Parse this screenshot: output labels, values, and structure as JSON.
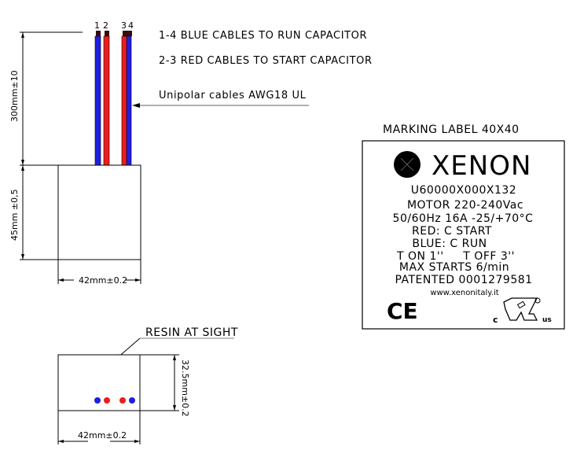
{
  "drawing": {
    "wire_numbers": [
      "1",
      "2",
      "3",
      "4"
    ],
    "wires": [
      {
        "id": "1",
        "color": "#1f1fe0"
      },
      {
        "id": "2",
        "color": "#ee1c1c"
      },
      {
        "id": "3",
        "color": "#ee1c1c"
      },
      {
        "id": "4",
        "color": "#1f1fe0"
      }
    ],
    "notes": {
      "blue": "1-4 BLUE CABLES TO RUN CAPACITOR",
      "red": "2-3 RED CABLES TO START CAPACITOR",
      "cables": "Unipolar cables AWG18 UL"
    },
    "dimensions": {
      "wire_length": "300mm±10",
      "body_height": "45mm ±0,5",
      "body_width": "42mm±0.2",
      "bottom_height": "32.5mm±0.2",
      "bottom_width": "42mm±0.2"
    },
    "bottom_view": {
      "callout": "RESIN AT SIGHT",
      "dots": [
        "#1f1fe0",
        "#ee1c1c",
        "#ee1c1c",
        "#1f1fe0"
      ]
    }
  },
  "label": {
    "title": "MARKING LABEL 40X40",
    "brand": "XENON",
    "lines": [
      "U60000X000X132",
      "MOTOR 220-240Vac",
      "50/60Hz 16A -25/+70°C",
      "RED: C START",
      "BLUE: C RUN",
      "T ON 1''     T OFF 3''",
      "MAX STARTS 6/min",
      "PATENTED 0001279581"
    ],
    "website": "www.xenonitaly.it",
    "ce_mark": "CE",
    "ul_mark": {
      "c": "c",
      "us": "us",
      "reg": "®"
    }
  },
  "colors": {
    "blue": "#1f1fe0",
    "red": "#ee1c1c",
    "line": "#000000",
    "leader": "#808080"
  }
}
